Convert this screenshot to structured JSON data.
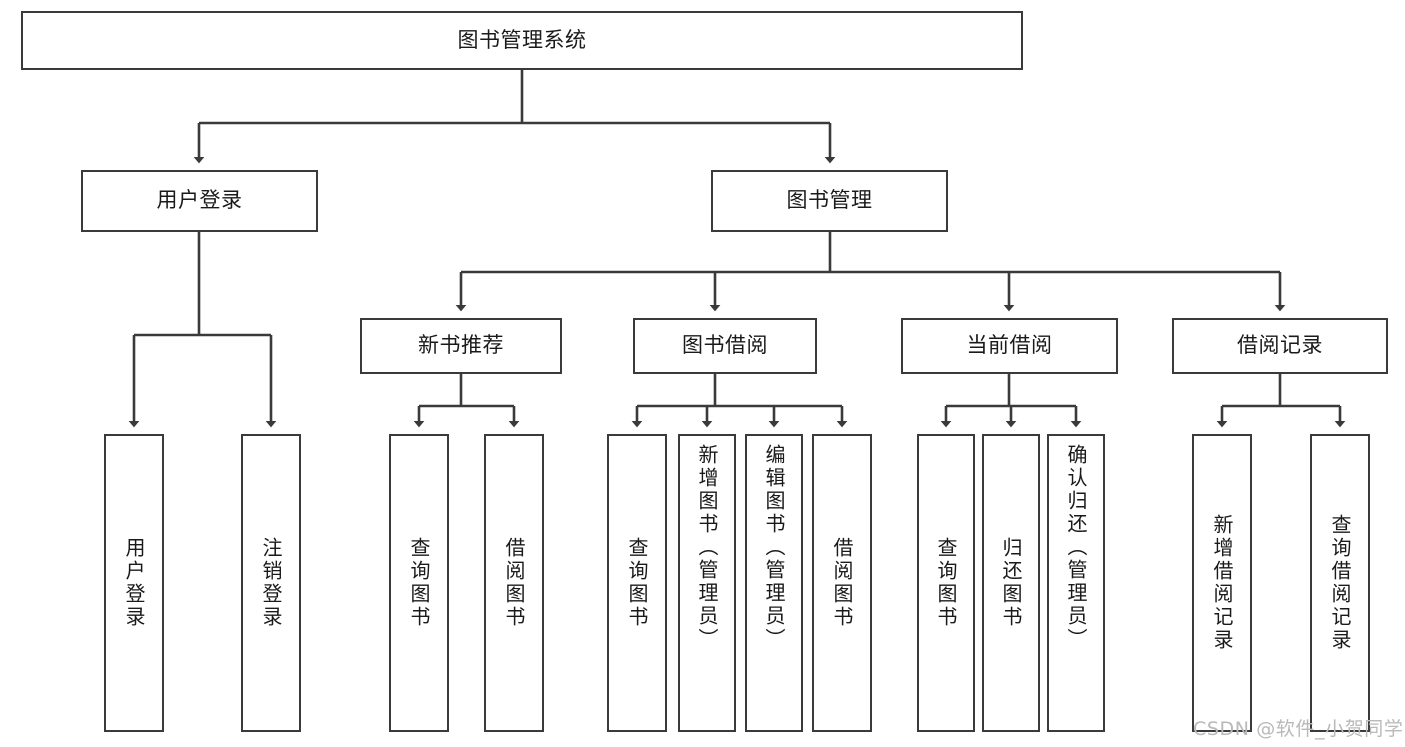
{
  "diagram": {
    "title": "图书管理系统",
    "type": "tree-hierarchy-chart",
    "background_color": "#ffffff",
    "box_border_color": "#3a3a3a",
    "text_color": "#1a1a1a",
    "nodes": {
      "root": {
        "label": "图书管理系统"
      },
      "level2": [
        {
          "label": "用户登录"
        },
        {
          "label": "图书管理"
        }
      ],
      "level3": [
        {
          "label": "新书推荐"
        },
        {
          "label": "图书借阅"
        },
        {
          "label": "当前借阅"
        },
        {
          "label": "借阅记录"
        }
      ],
      "leaves": {
        "user_login": [
          {
            "label": "用户登录"
          },
          {
            "label": "注销登录"
          }
        ],
        "new_book_recommend": [
          {
            "label": "查询图书"
          },
          {
            "label": "借阅图书"
          }
        ],
        "book_borrow": [
          {
            "label": "查询图书"
          },
          {
            "label": "新增图书（管理员）"
          },
          {
            "label": "编辑图书（管理员）"
          },
          {
            "label": "借阅图书"
          }
        ],
        "current_borrow": [
          {
            "label": "查询图书"
          },
          {
            "label": "归还图书"
          },
          {
            "label": "确认归还（管理员）"
          }
        ],
        "borrow_record": [
          {
            "label": "新增借阅记录"
          },
          {
            "label": "查询借阅记录"
          }
        ]
      }
    }
  },
  "watermark": {
    "text": "CSDN @软件_小贺同学",
    "color": "#b9b9b9"
  }
}
